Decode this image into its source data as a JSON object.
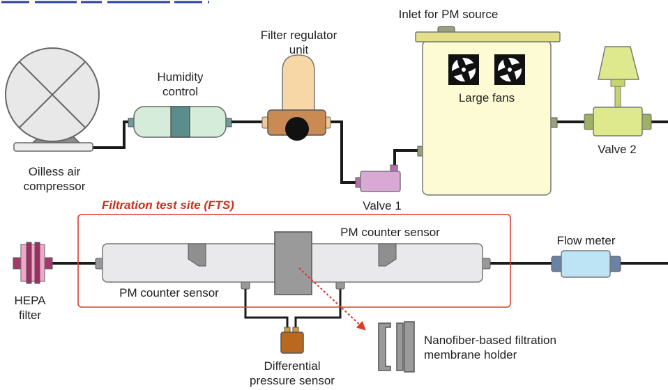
{
  "labels": {
    "compressor": "Oilless air\ncompressor",
    "humidity": "Humidity\ncontrol",
    "filter_regulator": "Filter regulator\nunit",
    "inlet": "Inlet for PM source",
    "fans": "Large fans",
    "valve1": "Valve 1",
    "valve2": "Valve 2",
    "fts": "Filtration test site (FTS)",
    "pm_top": "PM counter sensor",
    "pm_bottom": "PM counter sensor",
    "flow_meter": "Flow meter",
    "hepa": "HEPA\nfilter",
    "diff_pressure": "Differential\npressure sensor",
    "nanofiber": "Nanofiber-based filtration\nmembrane holder"
  },
  "colors": {
    "pipe": "#1a1a1a",
    "fts_border": "#e03a2f",
    "fts_text": "#d32a1f",
    "chamber": "#fdfbd3",
    "humidity": "#d4ecd9",
    "regulator": "#f8d7a6",
    "valve1": "#d9a9d3",
    "valve2": "#dde98c",
    "flow_meter": "#bde4f4",
    "hepa": "#f2a7c9",
    "diff_sensor": "#b9681f",
    "tube": "#e9e9eb"
  }
}
